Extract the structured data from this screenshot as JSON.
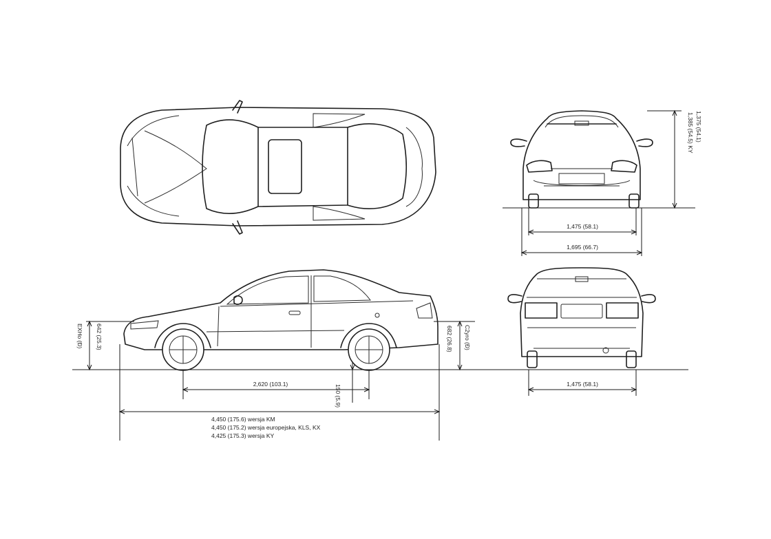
{
  "drawing": {
    "views": [
      "top",
      "front",
      "side",
      "rear"
    ],
    "dimensions": {
      "front_track": "1,475 (58.1)",
      "overall_width": "1,695 (66.7)",
      "overall_height_1": "1,375 (54.1)",
      "overall_height_2": "1,385 (54.5) KY",
      "front_overhang_label": "EXHo (Đ)",
      "front_overhang": "642 (25.3)",
      "rear_overhang": "682 (26.8)",
      "rear_overhang_label": "C2yro (Đ)",
      "wheelbase": "2,620 (103.1)",
      "ground_clearance": "150 (5.9)",
      "rear_track": "1,475 (58.1)",
      "length_1": "4,450 (175.6) wersja KM",
      "length_2": "4,450 (175.2) wersja europejska, KLS, KX",
      "length_3": "4,425 (175.3) wersja KY"
    }
  }
}
